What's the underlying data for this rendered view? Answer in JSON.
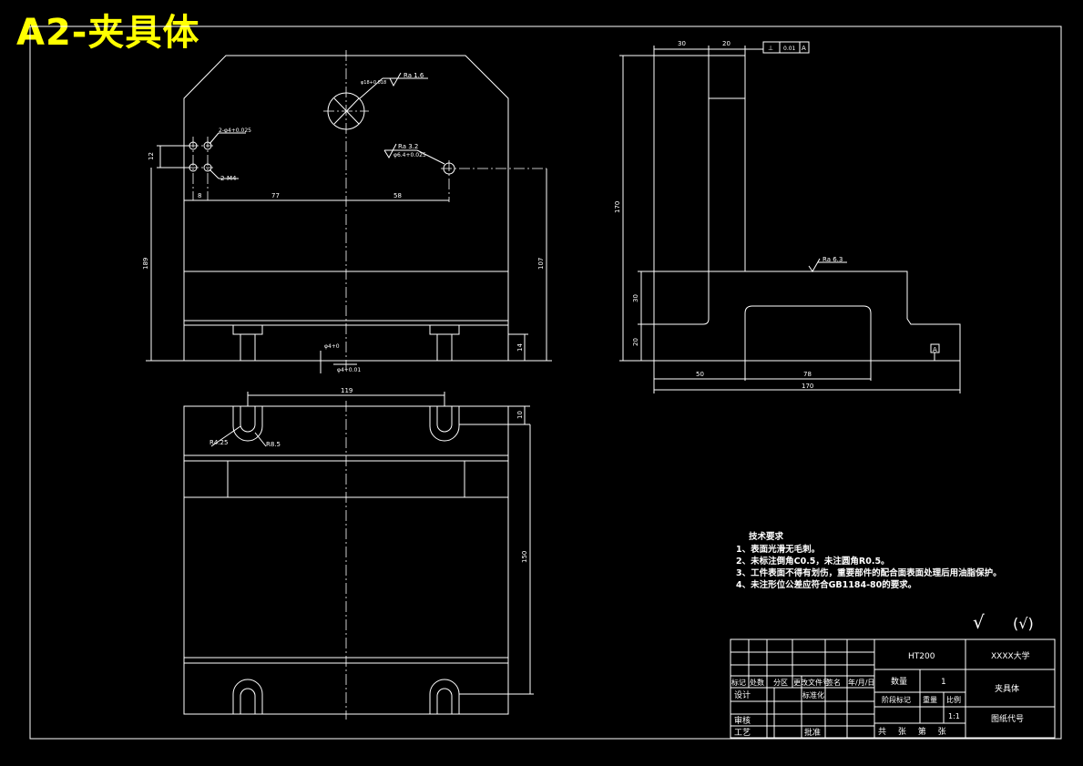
{
  "title": "A2-夹具体",
  "front_view": {
    "rough_top": "Ra 1.6",
    "big_hole_tol": "φ18+0.018",
    "small_holes": "2-φ4+0.025",
    "thread": "2-M4",
    "rough_right": "Ra 3.2",
    "right_hole": "φ6.4+0.025",
    "dim_12": "12",
    "dim_8": "8",
    "dim_77": "77",
    "dim_58": "58",
    "dim_189": "189",
    "dim_107": "107",
    "dim_14": "14",
    "pin_a": "φ4+0",
    "pin_b": "φ4+0.01"
  },
  "side_view": {
    "dim_30": "30",
    "dim_20": "20",
    "tolerance_frame": [
      "⊥",
      "0.01",
      "A"
    ],
    "dim_170v": "170",
    "rough": "Ra 6.3",
    "dim_30v": "30",
    "dim_20v": "20",
    "datum": "A",
    "dim_50": "50",
    "dim_78": "78",
    "dim_170h": "170"
  },
  "top_view": {
    "dim_119": "119",
    "dim_10": "10",
    "r1": "R4.25",
    "r2": "R8.5",
    "dim_150": "150"
  },
  "tech_notes": {
    "heading": "技术要求",
    "items": [
      "1、表面光滑无毛刺。",
      "2、未标注倒角C0.5，未注圆角R0.5。",
      "3、工件表面不得有划伤，重要部件的配合面表面处理后用油脂保护。",
      "4、未注形位公差应符合GB1184-80的要求。"
    ]
  },
  "roughness_marks": [
    "√",
    "(√)"
  ],
  "title_block": {
    "material": "HT200",
    "school": "XXXX大学",
    "part_name": "夹具体",
    "qty_label": "数量",
    "qty": "1",
    "stage_label": "阶段标记",
    "weight_label": "重量",
    "scale_label": "比例",
    "scale": "1:1",
    "drawing_no": "图纸代号",
    "sheet": "共  张  第  张",
    "row_headers": [
      "标记",
      "处数",
      "分区",
      "更改文件号",
      "签名",
      "年/月/日"
    ],
    "design": "设计",
    "standardize": "标准化",
    "review": "审核",
    "process": "工艺",
    "approve": "批准"
  }
}
